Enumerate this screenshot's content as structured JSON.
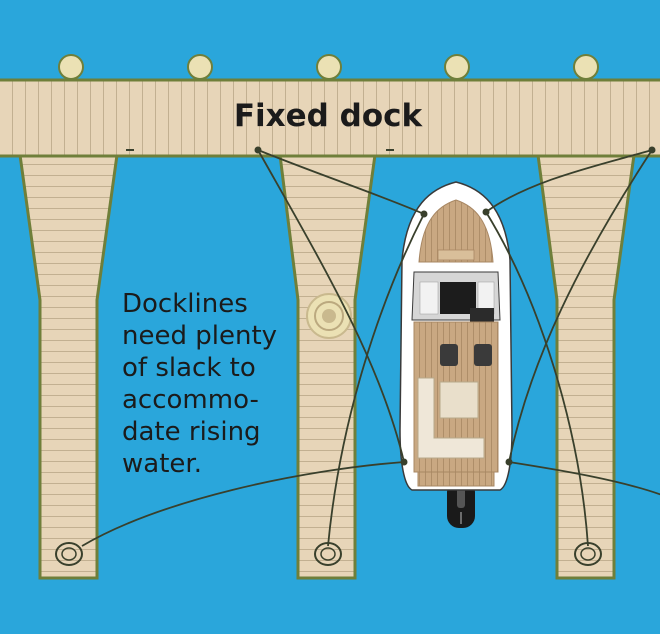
{
  "title": "Fixed dock",
  "caption_lines": [
    "Docklines",
    "need plenty",
    "of slack to",
    "accommo-",
    "date rising",
    "water."
  ],
  "colors": {
    "water": "#2aa6db",
    "deck": "#e7d5b8",
    "deck_edge": "#6f7f3a",
    "plank_line": "#b9a88a",
    "piling": "#ebe1b4",
    "line": "#39402c",
    "hull": "#ffffff",
    "boat_deck": "#c9a882",
    "text": "#1b1b1b"
  }
}
